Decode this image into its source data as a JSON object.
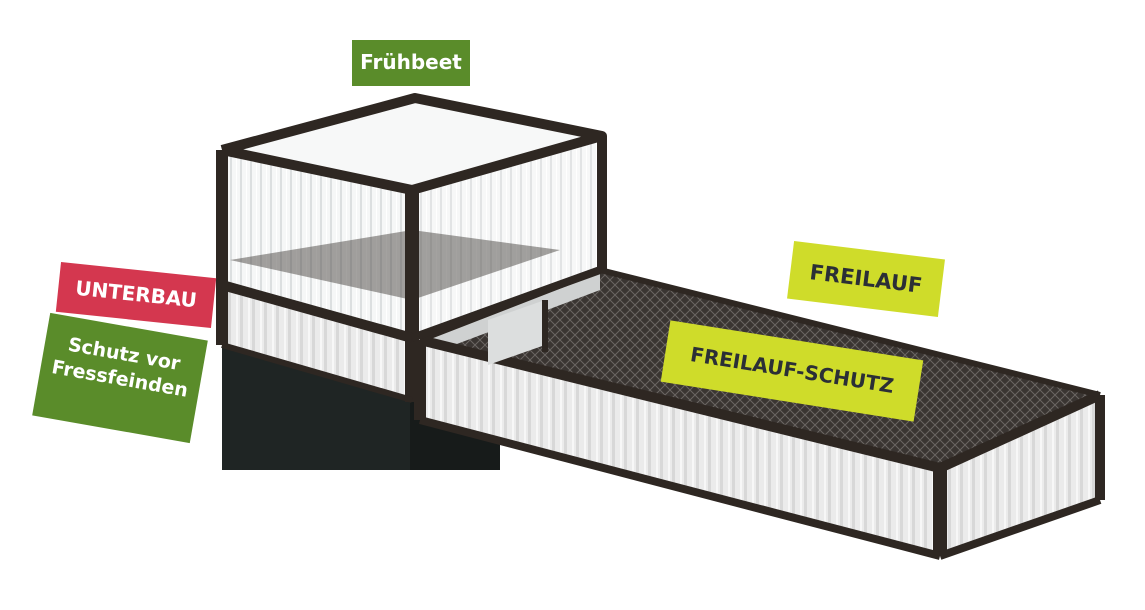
{
  "labels": {
    "fruehbeet": "Frühbeet",
    "unterbau": "UNTERBAU",
    "schutz_line1": "Schutz vor",
    "schutz_line2": "Fressfeinden",
    "freilauf": "FREILAUF",
    "freilauf_schutz": "FREILAUF-SCHUTZ"
  },
  "colors": {
    "green_label": "#5a8c2a",
    "red_label": "#d4374f",
    "yellow_label": "#cfdc2a",
    "frame": "#2e2722",
    "panel": "#e8e8e8",
    "base": "#1f2524"
  }
}
